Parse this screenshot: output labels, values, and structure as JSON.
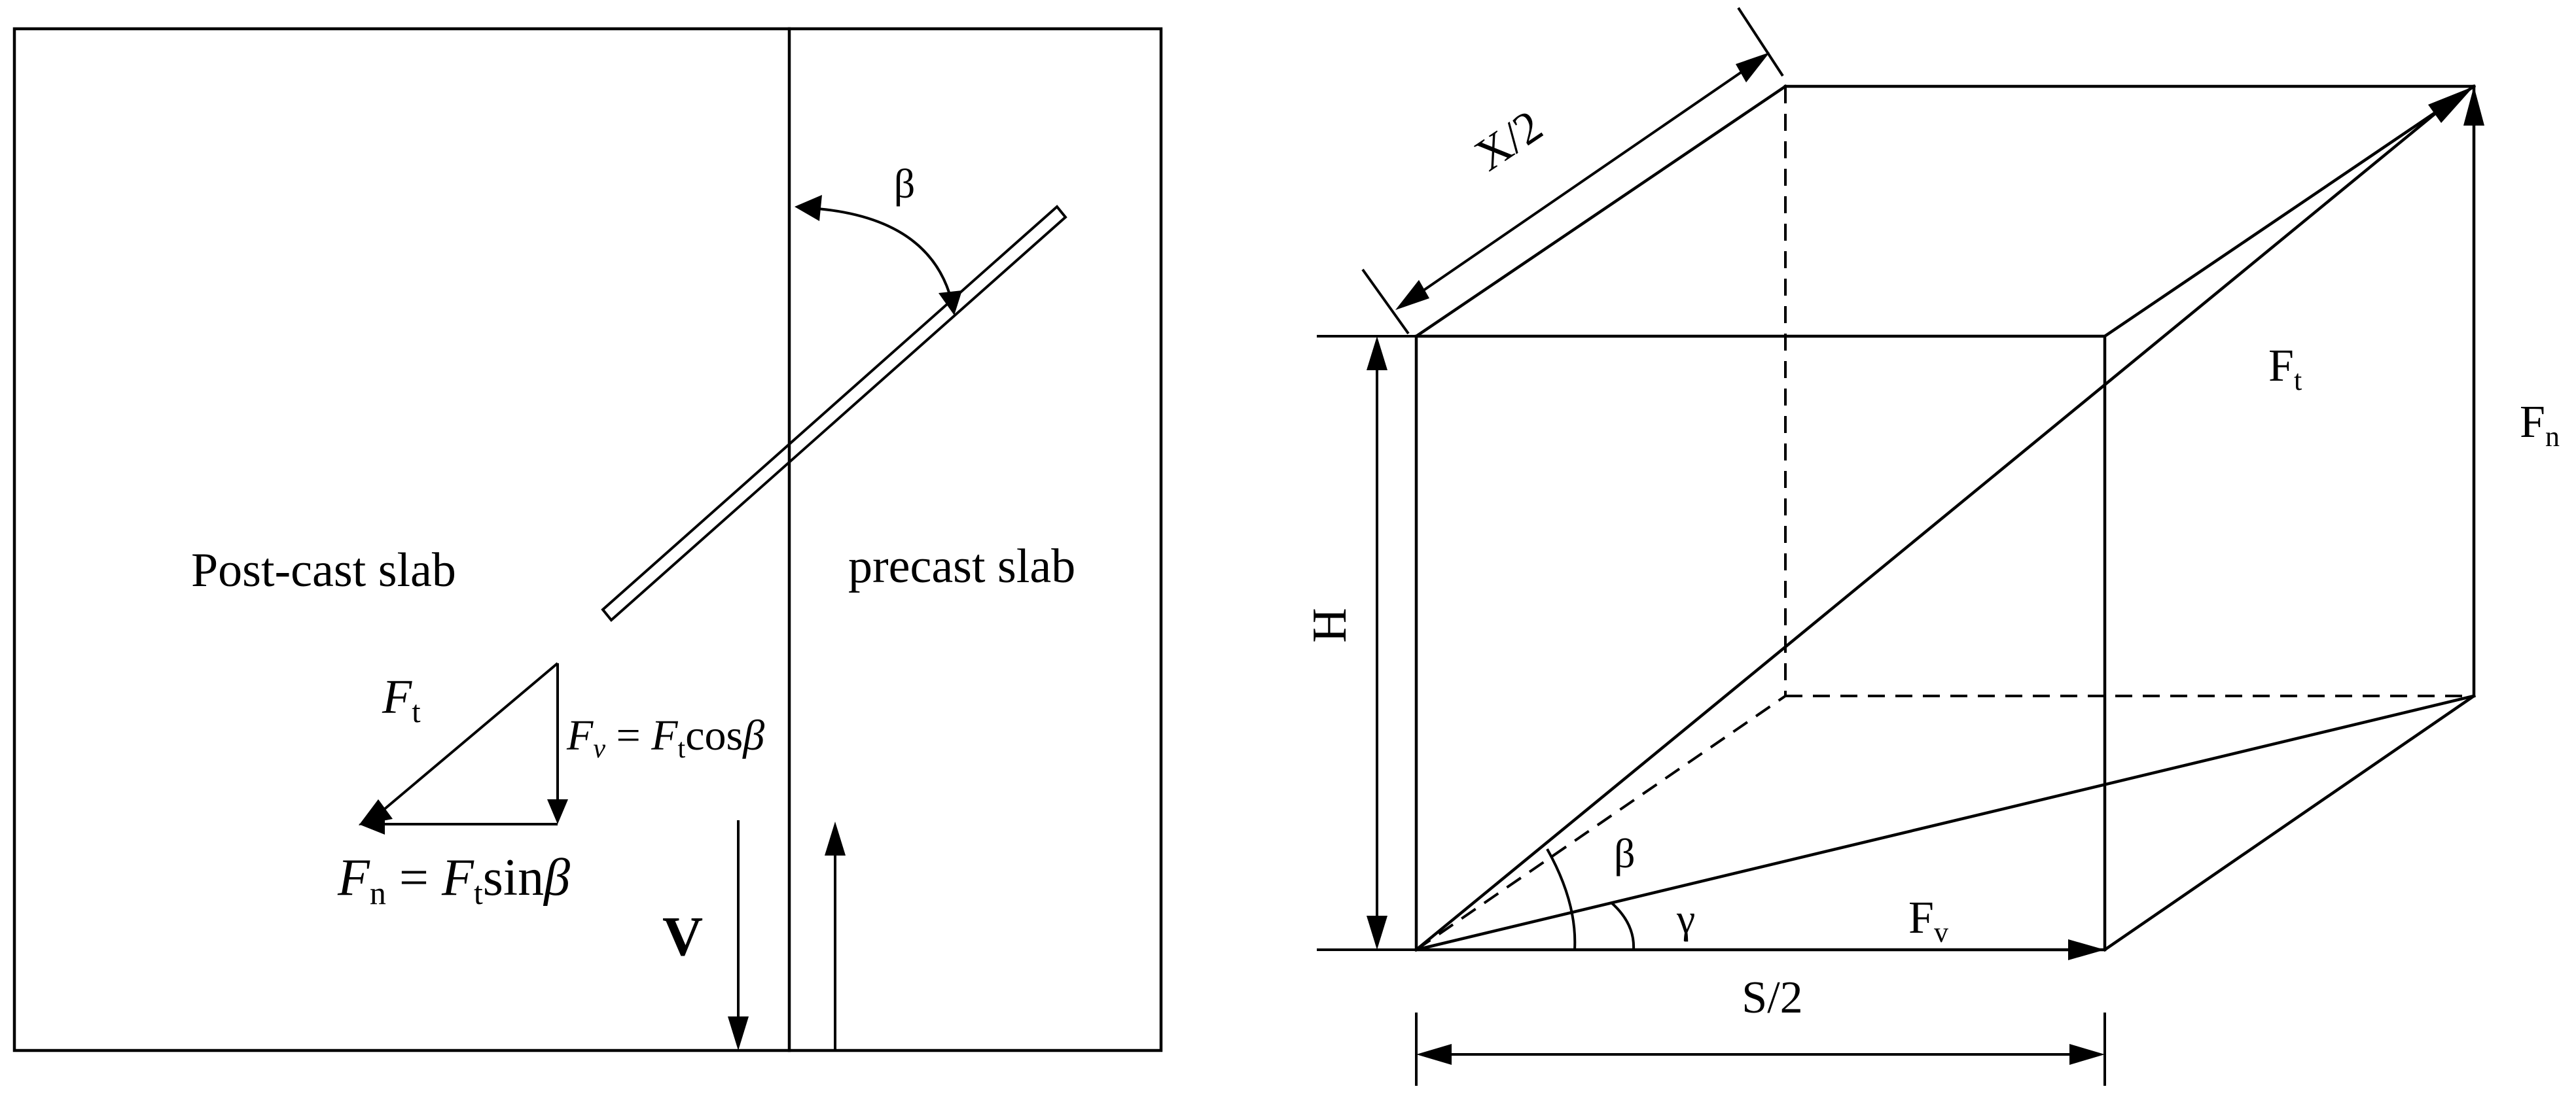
{
  "left_panel": {
    "post_cast_label": "Post-cast slab",
    "precast_label": "precast slab",
    "beta_symbol": "β",
    "ft_main": "F",
    "ft_sub": "t",
    "fv_eq": {
      "main": "F",
      "sub1": "v",
      "eq": " = ",
      "f": "F",
      "sub2": "t",
      "rest": "cos",
      "beta": "β"
    },
    "fn_eq": {
      "main": "F",
      "sub1": "n",
      "eq": " = ",
      "f": "F",
      "sub2": "t",
      "rest": "sin",
      "beta": "β"
    },
    "v_label": "V"
  },
  "right_panel": {
    "x_half_label": "X/2",
    "h_label": "H",
    "s_half_label": "S/2",
    "ft_main": "F",
    "ft_sub": "t",
    "fn_main": "F",
    "fn_sub": "n",
    "fv_main": "F",
    "fv_sub": "v",
    "beta_symbol": "β",
    "gamma_symbol": "γ"
  }
}
